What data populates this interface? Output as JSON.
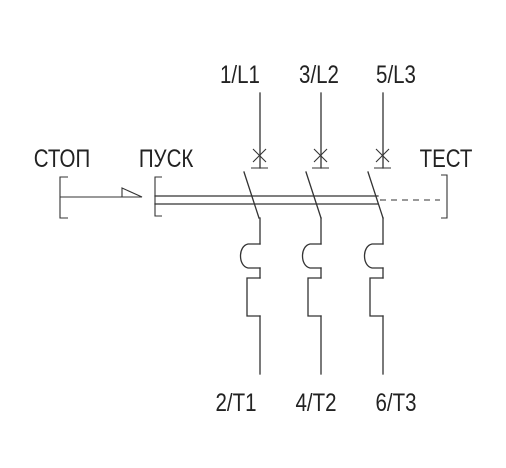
{
  "labels": {
    "stop": "СТОП",
    "start": "ПУСК",
    "test": "ТЕСТ",
    "terminals_top": [
      "1/L1",
      "3/L2",
      "5/L3"
    ],
    "terminals_bottom": [
      "2/T1",
      "4/T2",
      "6/T3"
    ]
  }
}
